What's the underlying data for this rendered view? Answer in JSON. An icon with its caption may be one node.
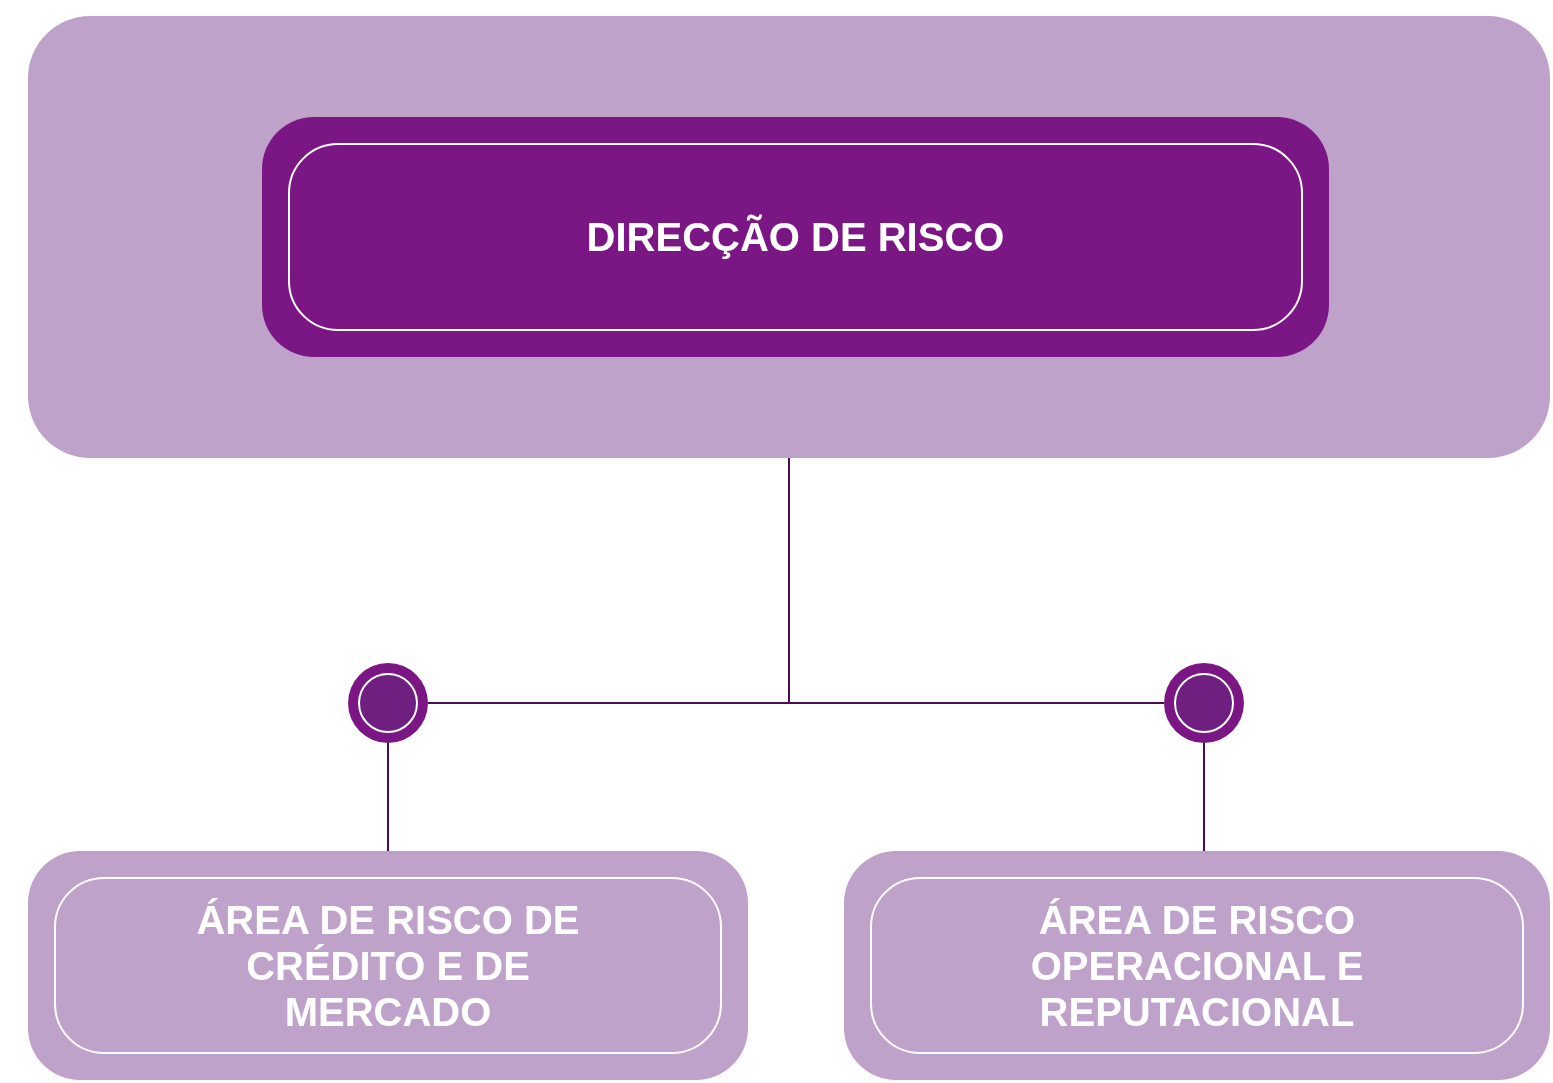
{
  "diagram": {
    "nodes": [
      {
        "text": [],
        "shape": "box"
      },
      {
        "text": [
          "DIRECÇÃO DE RISCO"
        ],
        "in": 0
      },
      {
        "text": [],
        "shape": "circle"
      },
      {
        "text": [],
        "shape": "circle"
      },
      {
        "text": [
          "ÁREA DE RISCO DE CRÉDITO E DE MERCADO"
        ]
      },
      {
        "text": [
          "ÁREA DE RISCO OPERACIONAL E REPUTACIONAL"
        ]
      }
    ],
    "edges": [
      {
        "from": 0,
        "to": 2,
        "arrow": "none"
      },
      {
        "from": 0,
        "to": 3,
        "arrow": "none"
      },
      {
        "from": 2,
        "to": 4,
        "arrow": "none"
      },
      {
        "from": 3,
        "to": 5,
        "arrow": "none"
      }
    ]
  }
}
